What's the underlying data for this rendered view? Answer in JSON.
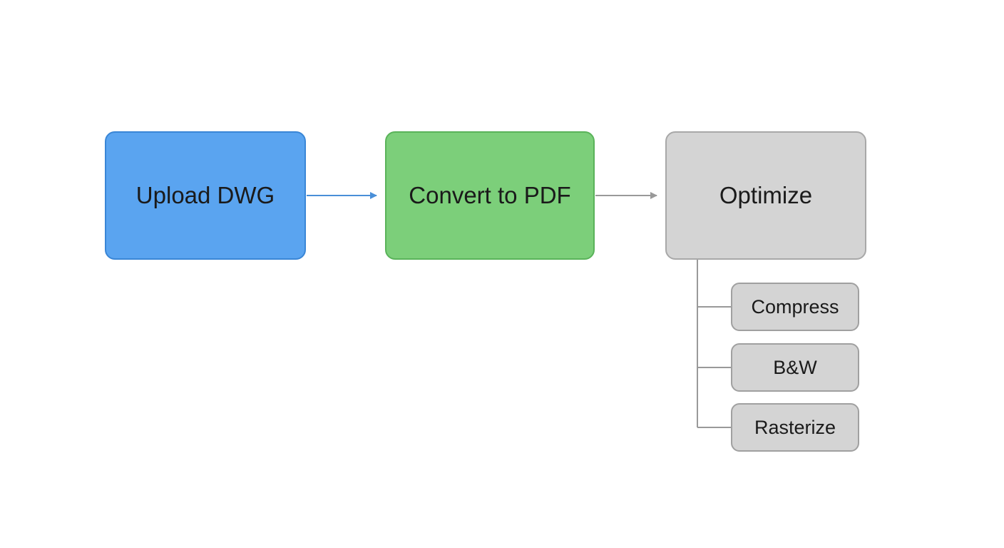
{
  "diagram": {
    "nodes": {
      "upload": {
        "label": "Upload DWG",
        "fill": "#5aa4f0",
        "border": "#3a86d6"
      },
      "convert": {
        "label": "Convert to PDF",
        "fill": "#7ccf7a",
        "border": "#5ab35a"
      },
      "optimize": {
        "label": "Optimize",
        "fill": "#d4d4d4",
        "border": "#a8a8a8"
      },
      "compress": {
        "label": "Compress",
        "fill": "#d4d4d4",
        "border": "#a0a0a0"
      },
      "bw": {
        "label": "B&W",
        "fill": "#d4d4d4",
        "border": "#a0a0a0"
      },
      "rasterize": {
        "label": "Rasterize",
        "fill": "#d4d4d4",
        "border": "#a0a0a0"
      }
    },
    "edges": [
      {
        "from": "upload",
        "to": "convert",
        "color": "#4a8fd8"
      },
      {
        "from": "convert",
        "to": "optimize",
        "color": "#999999"
      },
      {
        "from": "optimize",
        "to": "compress",
        "color": "#999999"
      },
      {
        "from": "optimize",
        "to": "bw",
        "color": "#999999"
      },
      {
        "from": "optimize",
        "to": "rasterize",
        "color": "#999999"
      }
    ]
  }
}
